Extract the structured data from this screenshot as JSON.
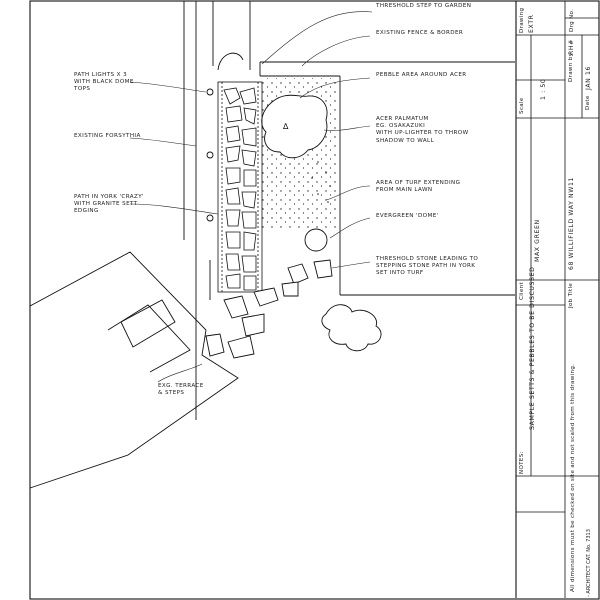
{
  "plan": {
    "annotations": {
      "threshold_step": "THRESHOLD STEP TO GARDEN",
      "existing_fence": "EXISTING FENCE & BORDER",
      "pebble_area": "PEBBLE AREA AROUND ACER",
      "acer": "ACER PALMATUM\nEG. OSAKAZUKI\nWITH UP-LIGHTER TO THROW\nSHADOW TO WALL",
      "turf": "AREA OF TURF EXTENDING\nFROM MAIN LAWN",
      "evergreen": "EVERGREEN 'DOME'",
      "threshold_stone": "THRESHOLD STONE LEADING TO\nSTEPPING STONE PATH IN YORK\nSET INTO TURF",
      "path_lights": "PATH LIGHTS X 3\nWITH BLACK DOME\nTOPS",
      "forsythia": "EXISTING FORSYTHIA",
      "path": "PATH IN YORK 'CRAZY'\nWITH GRANITE SETT\nEDGING",
      "terrace": "EXG. TERRACE\n& STEPS"
    }
  },
  "title_block": {
    "drawing_label": "Drawing",
    "drawing_value": "EXTR",
    "drg_no_label": "Drg No.",
    "scale_label": "Scale",
    "scale_value": "1 : 50",
    "drawn_by_label": "Drawn by",
    "drawn_by_value": "RH#",
    "date_label": "Date",
    "date_value": "JAN 16",
    "client_label": "Client",
    "client_value": "MAX GREEN",
    "job_title_label": "Job Title",
    "job_title_value": "68 WILLIFIELD WAY NW11",
    "notes_label": "NOTES:",
    "notes_value": "SAMPLE SETTS & PEBBLES\nTO BE DISCUSSED",
    "dimensions_note": "All dimensions must be checked on site and\nnot scaled from this drawing.",
    "pad_footer": "- ARCHITECT CAT. No. 7313"
  }
}
